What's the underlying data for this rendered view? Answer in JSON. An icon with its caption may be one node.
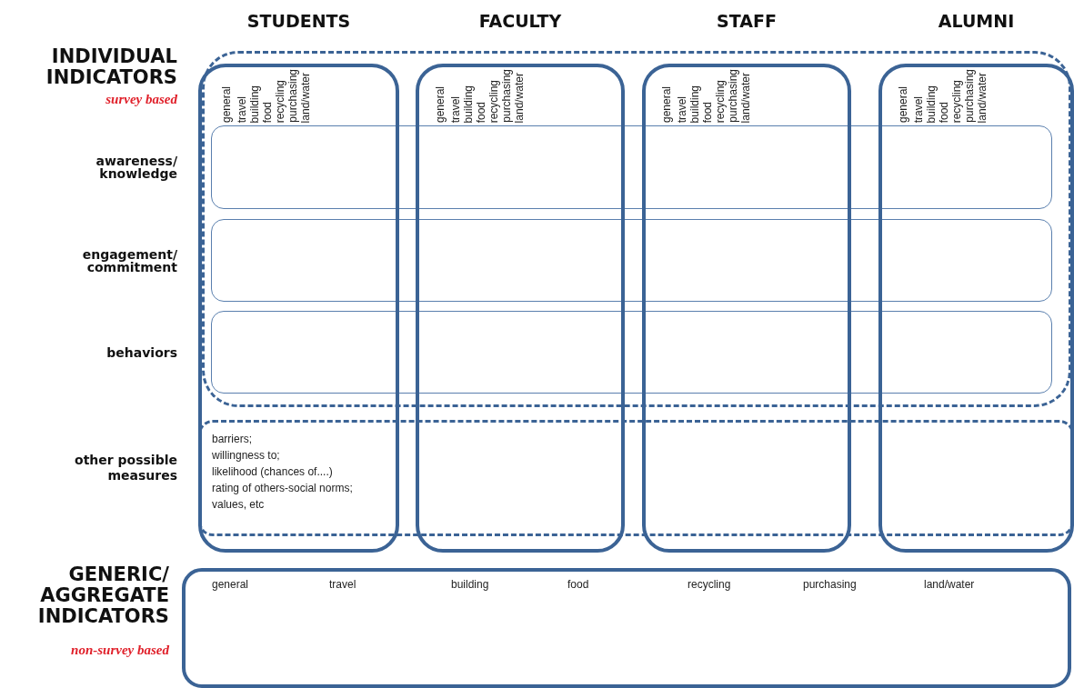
{
  "diagram": {
    "nodes": [
      {
        "text": [
          "STUDENTS",
          "barriers;",
          "willingness to;",
          "likelihood (chances of....)",
          "rating of others-social norms;",
          "values, etc"
        ]
      },
      {
        "text": [
          "FACULTY"
        ]
      },
      {
        "text": [
          "STAFF"
        ]
      },
      {
        "text": [
          "ALUMNI"
        ]
      },
      {
        "text": [
          "INDIVIDUAL INDICATORS",
          "survey based"
        ]
      },
      {
        "text": [
          "awareness/ knowledge"
        ],
        "in": 4
      },
      {
        "text": [
          "engagement/ commitment"
        ],
        "in": 4
      },
      {
        "text": [
          "behaviors"
        ],
        "in": 4
      },
      {
        "text": [
          "other possible measures"
        ]
      },
      {
        "text": [
          "GENERIC/ AGGREGATE INDICATORS",
          "non-survey based",
          "general",
          "travel",
          "building",
          "food",
          "recycling",
          "purchasing",
          "land/water"
        ]
      }
    ],
    "edges": [],
    "labels": [
      "general",
      "travel",
      "building",
      "food",
      "recycling",
      "purchasing",
      "land/water",
      "general",
      "travel",
      "building",
      "food",
      "recycling",
      "purchasing",
      "land/water",
      "general",
      "travel",
      "building",
      "food",
      "recycling",
      "purchasing",
      "land/water",
      "general",
      "travel",
      "building",
      "food",
      "recycling",
      "purchasing",
      "land/water"
    ]
  }
}
